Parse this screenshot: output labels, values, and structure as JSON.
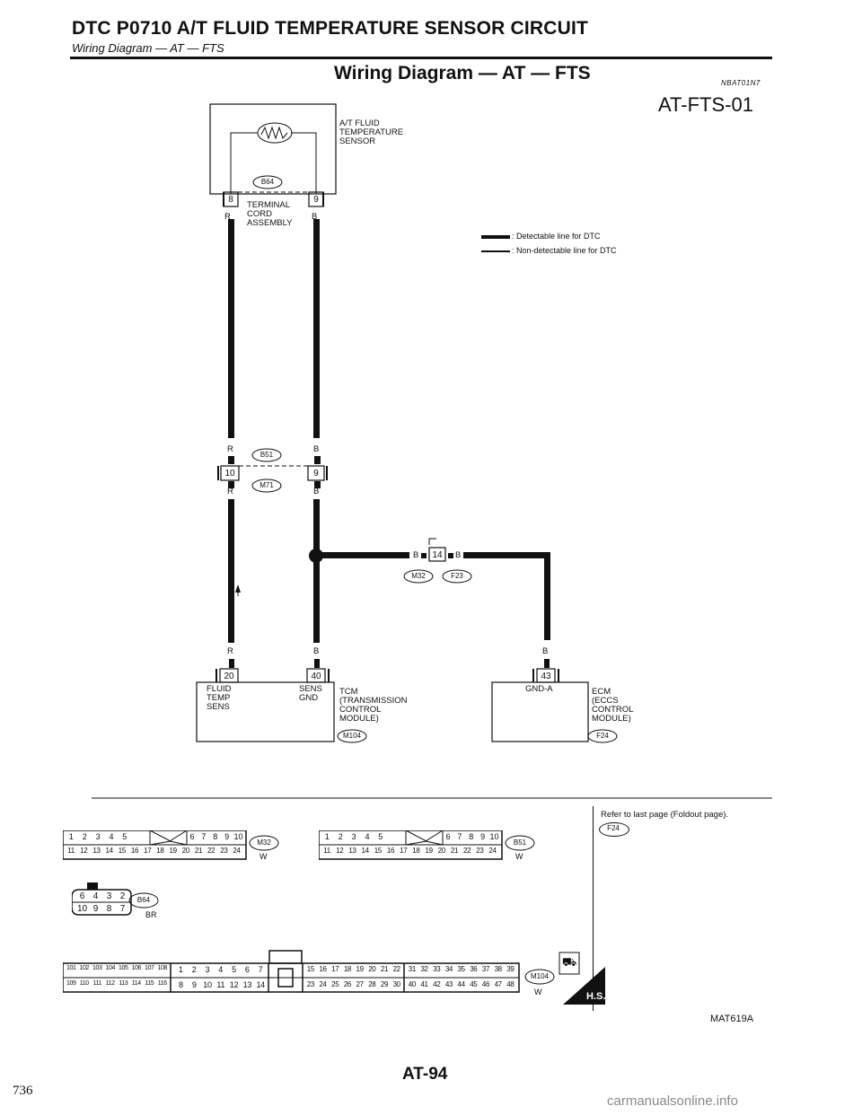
{
  "header": {
    "title": "DTC P0710 A/T FLUID TEMPERATURE SENSOR CIRCUIT",
    "subtitle": "Wiring Diagram — AT — FTS"
  },
  "section": {
    "title": "Wiring Diagram — AT — FTS",
    "ref_code": "NBAT01N7",
    "diagram_id": "AT-FTS-01"
  },
  "legend": {
    "detectable": ": Detectable line for DTC",
    "non_detectable": ": Non-detectable line for DTC"
  },
  "sensor": {
    "label_lines": [
      "A/T FLUID",
      "TEMPERATURE",
      "SENSOR"
    ],
    "connector": "B64",
    "pin_left": "8",
    "pin_right": "9",
    "terminal_lines": [
      "TERMINAL",
      "CORD",
      "ASSEMBLY"
    ],
    "color_left": "R",
    "color_right": "B"
  },
  "joint": {
    "connector_top": "B51",
    "connector_bottom": "M71",
    "pin_left": "10",
    "pin_right": "9",
    "color_left_top": "R",
    "color_right_top": "B",
    "color_left_bottom": "R",
    "color_right_bottom": "B"
  },
  "splice": {
    "pin": "14",
    "color_left": "B",
    "color_right": "B",
    "connector_left": "M32",
    "connector_right": "F23"
  },
  "tcm": {
    "pin_left": "20",
    "pin_right": "40",
    "color_left": "R",
    "color_right": "B",
    "term_left_lines": [
      "FLUID",
      "TEMP",
      "SENS"
    ],
    "term_right_lines": [
      "SENS",
      "GND"
    ],
    "label_lines": [
      "TCM",
      "(TRANSMISSION",
      "CONTROL",
      "MODULE)"
    ],
    "connector": "M104"
  },
  "ecm": {
    "pin": "43",
    "color": "B",
    "term": "GND-A",
    "label_lines": [
      "ECM",
      "(ECCS",
      "CONTROL",
      "MODULE)"
    ],
    "connector": "F24"
  },
  "foldout": {
    "text": "Refer to last page (Foldout page).",
    "connector": "F24"
  },
  "connectors": {
    "m32": {
      "name": "M32",
      "color": "W",
      "top": [
        "1",
        "2",
        "3",
        "4",
        "5",
        "6",
        "7",
        "8",
        "9",
        "10"
      ],
      "bottom": [
        "11",
        "12",
        "13",
        "14",
        "15",
        "16",
        "17",
        "18",
        "19",
        "20",
        "21",
        "22",
        "23",
        "24"
      ]
    },
    "b51": {
      "name": "B51",
      "color": "W",
      "top": [
        "1",
        "2",
        "3",
        "4",
        "5",
        "6",
        "7",
        "8",
        "9",
        "10"
      ],
      "bottom": [
        "11",
        "12",
        "13",
        "14",
        "15",
        "16",
        "17",
        "18",
        "19",
        "20",
        "21",
        "22",
        "23",
        "24"
      ]
    },
    "b64": {
      "name": "B64",
      "color": "BR",
      "top": [
        "6",
        "4",
        "3",
        "2"
      ],
      "bottom": [
        "10",
        "9",
        "8",
        "7"
      ]
    },
    "m104": {
      "name": "M104",
      "color": "W",
      "hs": "H.S.",
      "g1_top": [
        "101",
        "102",
        "103",
        "104",
        "105",
        "106",
        "107",
        "108"
      ],
      "g1_bottom": [
        "109",
        "110",
        "111",
        "112",
        "113",
        "114",
        "115",
        "116"
      ],
      "g2_top": [
        "1",
        "2",
        "3",
        "4",
        "5",
        "6",
        "7"
      ],
      "g2_bottom": [
        "8",
        "9",
        "10",
        "11",
        "12",
        "13",
        "14"
      ],
      "g3_top": [
        "15",
        "16",
        "17",
        "18",
        "19",
        "20",
        "21",
        "22"
      ],
      "g3_bottom": [
        "23",
        "24",
        "25",
        "26",
        "27",
        "28",
        "29",
        "30"
      ],
      "g4_top": [
        "31",
        "32",
        "33",
        "34",
        "35",
        "36",
        "37",
        "38",
        "39"
      ],
      "g4_bottom": [
        "40",
        "41",
        "42",
        "43",
        "44",
        "45",
        "46",
        "47",
        "48"
      ]
    }
  },
  "footer": {
    "mat": "MAT619A",
    "page": "AT-94",
    "left_number": "736",
    "watermark": "carmanualsonline.info"
  }
}
